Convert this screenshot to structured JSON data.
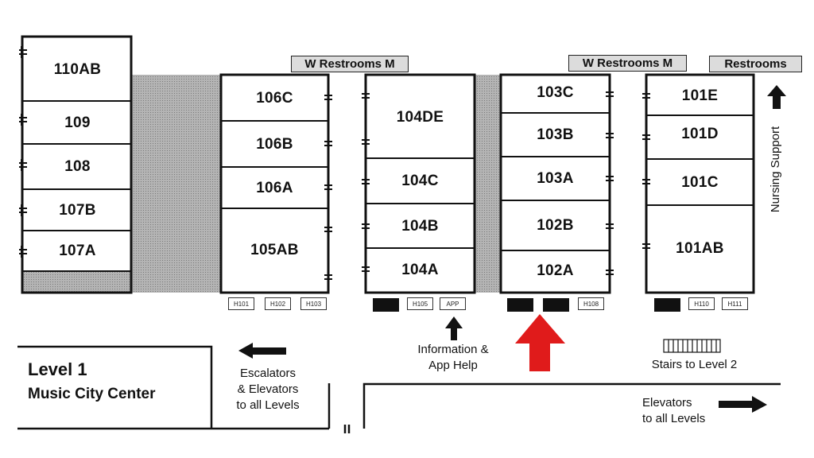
{
  "legend": {
    "title": "Level 1",
    "subtitle": "Music City Center"
  },
  "signs": {
    "restrooms_left": "W Restrooms M",
    "restrooms_mid": "W Restrooms M",
    "restrooms_right": "Restrooms"
  },
  "rooms": {
    "r110AB": "110AB",
    "r109": "109",
    "r108": "108",
    "r107B": "107B",
    "r107A": "107A",
    "r106C": "106C",
    "r106B": "106B",
    "r106A": "106A",
    "r105AB": "105AB",
    "r104DE": "104DE",
    "r104C": "104C",
    "r104B": "104B",
    "r104A": "104A",
    "r103C": "103C",
    "r103B": "103B",
    "r103A": "103A",
    "r102B": "102B",
    "r102A": "102A",
    "r101E": "101E",
    "r101D": "101D",
    "r101C": "101C",
    "r101AB": "101AB"
  },
  "tags": {
    "H101": "H101",
    "H102": "H102",
    "H103": "H103",
    "H105": "H105",
    "APP": "APP",
    "H108": "H108",
    "H110": "H110",
    "H111": "H111"
  },
  "labels": {
    "nursing": "Nursing Support",
    "info_line1": "Information &",
    "info_line2": "App Help",
    "stairs": "Stairs to Level 2",
    "esc_line1": "Escalators",
    "esc_line2": "& Elevators",
    "esc_line3": "to all Levels",
    "elev_line1": "Elevators",
    "elev_line2": "to all Levels"
  },
  "colors": {
    "you_are_here_arrow": "#e01b1b",
    "hatched_area": "#a8a8a8"
  },
  "icons": {
    "you_are_here": "red-up-arrow-icon",
    "stairs": "stairs-icon"
  }
}
